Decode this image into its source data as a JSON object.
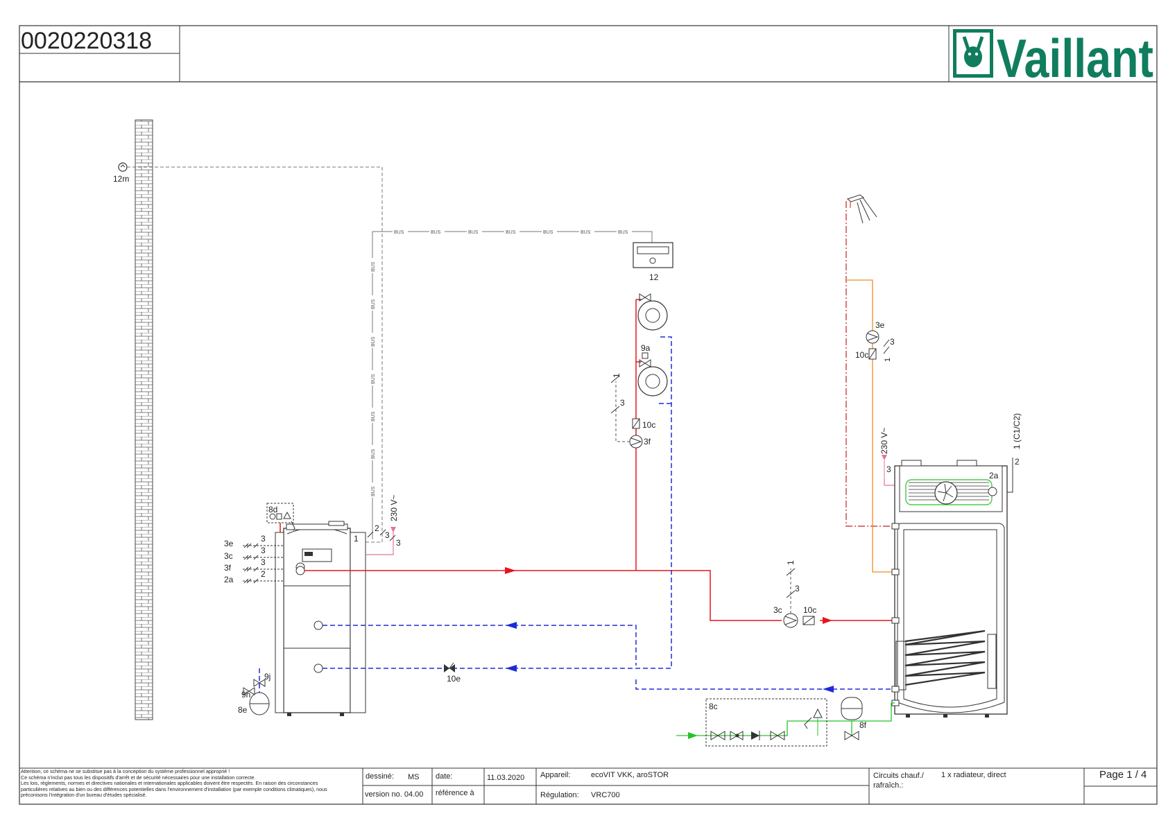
{
  "header": {
    "doc_number": "0020220318",
    "logo_text": "Vaillant"
  },
  "labels": {
    "outdoor_sensor": "12m",
    "controller": "12",
    "bus": "BUS",
    "power_boiler": "230 V~",
    "power_storage": "230 V~",
    "boiler_3e": "3e",
    "boiler_3c": "3c",
    "boiler_3f": "3f",
    "boiler_2a": "2a",
    "wire_3": "3",
    "wire_2": "2",
    "wire_1": "1",
    "wire_c1c2": "1 (C1/C2)",
    "safety_group_8d": "8d",
    "expansion_8e": "8e",
    "valve_9h": "9h",
    "valve_9j": "9j",
    "valve_10e": "10e",
    "valve_9a": "9a",
    "check_10c": "10c",
    "pump_3f": "3f",
    "pump_3c": "3c",
    "pump_3e": "3e",
    "storage_2a": "2a",
    "safety_group_8c": "8c",
    "expansion_8f": "8f"
  },
  "footer": {
    "disclaimer": [
      "Attention, ce schéma ne se substitue pas à la conception du système professionnel approprié !",
      "Ce schéma n'inclut pas tous les dispositifs d'arrêt et de sécurité nécessaires pour une installation correcte.",
      "Les lois, règlements, normes et directives nationales et internationales applicables doivent être respectés. En raison des circonstances",
      "particulières relatives au bien ou des différences potentielles dans l'environnement d'installation (par exemple conditions climatiques), nous",
      "préconisons l'intégration d'un bureau d'études spécialisé."
    ],
    "drawn_label": "dessiné:",
    "drawn_value": "MS",
    "date_label": "date:",
    "date_value": "11.03.2020",
    "version_label": "version no. 04.00",
    "reference_label": "référence à",
    "device_label": "Appareil:",
    "device_value": "ecoVIT VKK, aroSTOR",
    "regulation_label": "Régulation:",
    "regulation_value": "VRC700",
    "circuits_label": "Circuits chauf./ rafraîch.:",
    "circuits_value": "1 x radiateur, direct",
    "page": "Page 1 / 4"
  },
  "colors": {
    "flow": "#e8141b",
    "return": "#1f2bd6",
    "cold_water": "#27c22a",
    "hot_water": "#f08a24",
    "circulation": "#c81e1e",
    "electric": "#e8739a",
    "bus": "#777777",
    "logo": "#0f7d5e"
  }
}
